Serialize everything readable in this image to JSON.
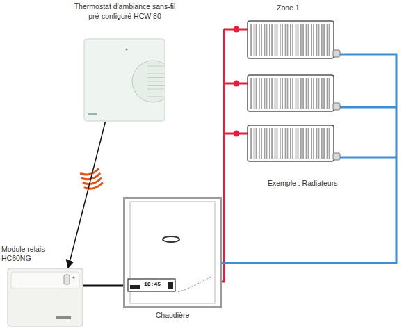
{
  "diagram": {
    "nodes": [
      {
        "text": [
          "Thermostat d'ambiance sans-fil pré-configuré HCW 80"
        ]
      },
      {
        "text": [
          "Module relais HC60NG"
        ]
      },
      {
        "text": [
          "Chaudière"
        ]
      }
    ],
    "edges": [
      {
        "from": 0,
        "to": 1,
        "arrow": "to"
      },
      {
        "from": 1,
        "to": 2,
        "arrow": "none"
      }
    ],
    "labels": [
      "Zone 1",
      "Exemple : Radiateurs",
      "18:45"
    ]
  }
}
